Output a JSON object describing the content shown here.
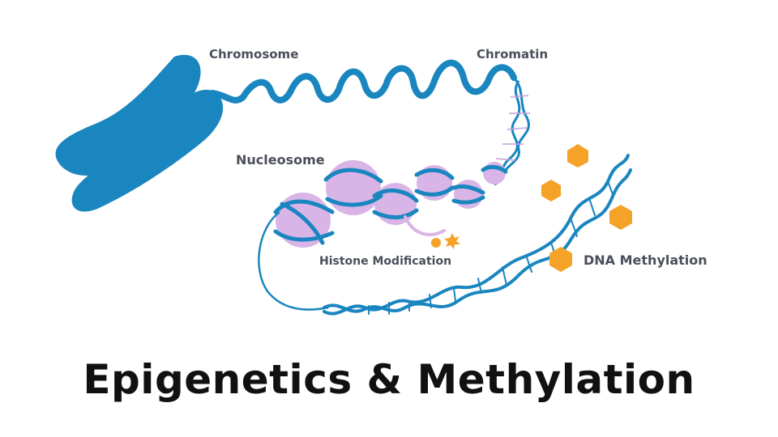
{
  "labels": {
    "chromosome": "Chromosome",
    "chromatin": "Chromatin",
    "nucleosome": "Nucleosome",
    "histone_modification": "Histone Modification",
    "dna_methylation": "DNA Methylation"
  },
  "title": "Epigenetics & Methylation",
  "colors": {
    "dna_blue": "#1a86bf",
    "histone_purple": "#d9b4e6",
    "methyl_orange": "#f4a228",
    "label_gray": "#4a4f5a",
    "title_black": "#111111"
  }
}
